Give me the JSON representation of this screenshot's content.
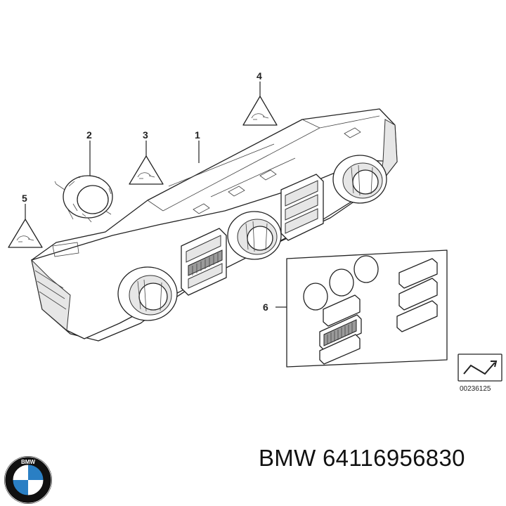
{
  "callouts": [
    {
      "id": "1",
      "label": "1"
    },
    {
      "id": "2",
      "label": "2"
    },
    {
      "id": "3",
      "label": "3"
    },
    {
      "id": "4",
      "label": "4"
    },
    {
      "id": "5",
      "label": "5"
    },
    {
      "id": "6",
      "label": "6"
    }
  ],
  "diagram_code": "00236125",
  "brand": {
    "logo_letters": "BMW",
    "colors": {
      "blue": "#2a7fc4",
      "ring": "#111111",
      "white": "#ffffff"
    }
  },
  "caption": "BMW 64116956830"
}
